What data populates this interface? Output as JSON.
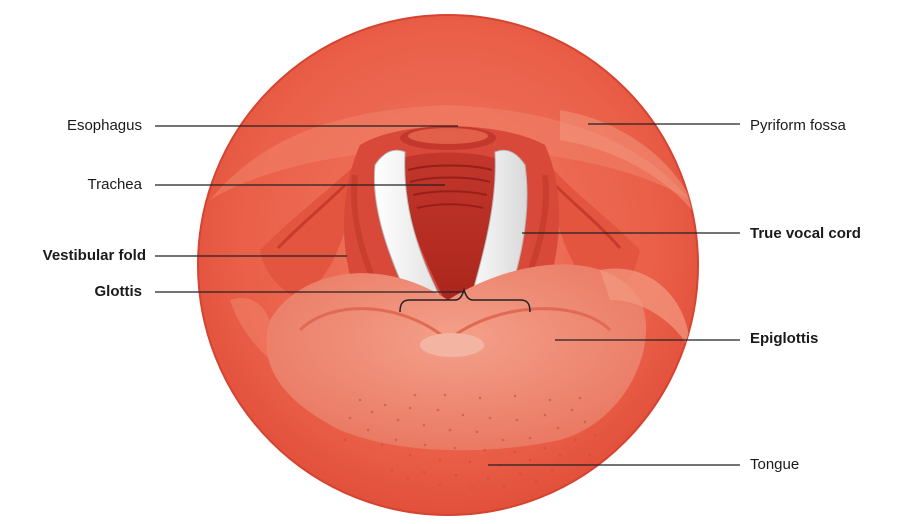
{
  "labels": {
    "esophagus": "Esophagus",
    "trachea": "Trachea",
    "vestibular_fold": "Vestibular fold",
    "glottis": "Glottis",
    "pyriform_fossa": "Pyriform fossa",
    "true_vocal_cord": "True vocal cord",
    "epiglottis": "Epiglottis",
    "tongue": "Tongue"
  },
  "colors": {
    "mucosa": "#e8604b",
    "mucosa_light": "#ef8a72",
    "mucosa_dark": "#c9402f",
    "airway": "#b52a22",
    "cord": "#f3f3f3",
    "leader": "#222222"
  }
}
